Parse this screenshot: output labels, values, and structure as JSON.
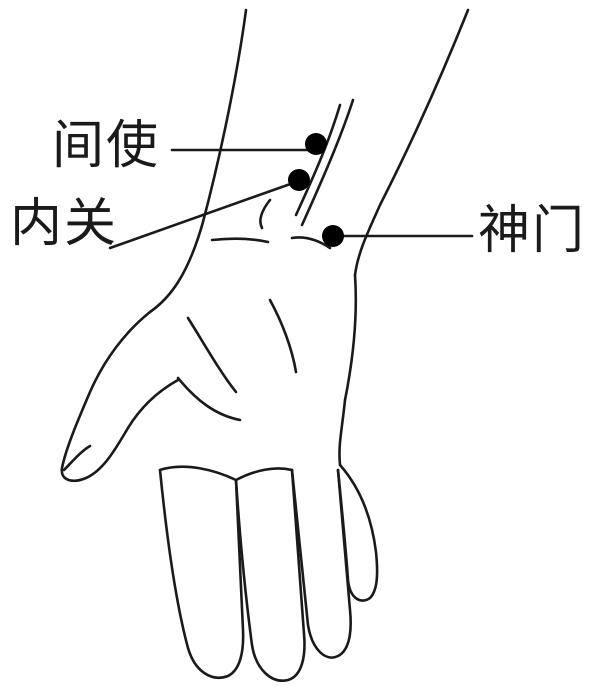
{
  "diagram": {
    "points": [
      {
        "id": "jianshi",
        "label": "间使"
      },
      {
        "id": "neiguan",
        "label": "内关"
      },
      {
        "id": "shenmen",
        "label": "神门"
      }
    ],
    "colors": {
      "line": "#1a1a1a",
      "point": "#000000",
      "background": "#ffffff"
    }
  }
}
